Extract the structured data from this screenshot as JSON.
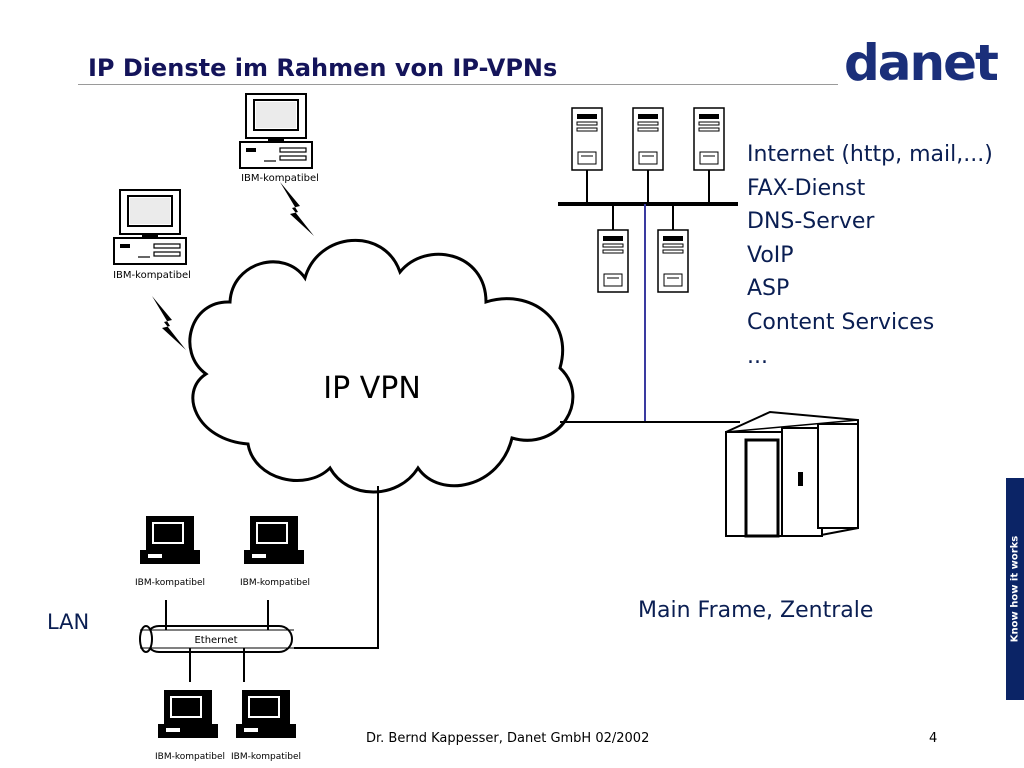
{
  "slide": {
    "title": "IP Dienste im Rahmen von IP-VPNs",
    "logo_text": "danet",
    "sidebar_text": "Know how it works",
    "footer_author": "Dr. Bernd Kappesser, Danet GmbH 02/2002",
    "page_number": "4"
  },
  "diagram": {
    "cloud_label": "IP VPN",
    "pc_label": "IBM-kompatibel",
    "ethernet_label": "Ethernet",
    "lan_label": "LAN",
    "mainframe_label": "Main Frame, Zentrale",
    "services": [
      "Internet (http, mail,...)",
      "FAX-Dienst",
      "DNS-Server",
      "VoIP",
      "ASP",
      "Content Services",
      "..."
    ]
  },
  "colors": {
    "title": "#14145a",
    "text": "#0a1e52",
    "logo": "#1b2f7a",
    "sidebar": "#0b2466",
    "server_link": "#3a3aa0"
  }
}
